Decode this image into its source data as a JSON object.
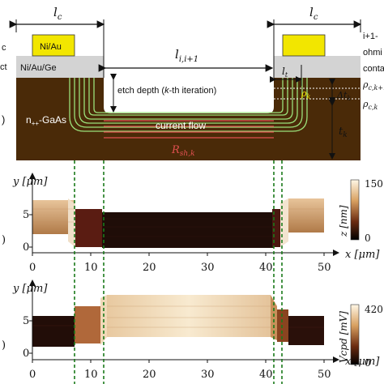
{
  "top": {
    "contact_width_label": "l",
    "contact_width_sub": "c",
    "left_cap_label": "Ni/Au",
    "left_base_label": "Ni/Au/Ge",
    "gap_label": "l",
    "gap_sub": "i,i+1",
    "transfer_length_label": "l",
    "transfer_length_sub": "t",
    "etch_depth_label": "etch depth (",
    "etch_depth_k": "k",
    "etch_depth_suffix": "-th iteration)",
    "rho_k_label": "ρ",
    "rho_k_sub": "k",
    "rho_ck1_label": "ρ",
    "rho_ck1_sub": "c,k+1",
    "delta_t_label": "Δt",
    "delta_t_sub": "k",
    "rho_ck_label": "ρ",
    "rho_ck_sub": "c,k",
    "t_label": "t",
    "t_sub": "k",
    "substrate_label": "n",
    "substrate_sup": "++",
    "substrate_suffix": "-GaAs",
    "current_flow_label": "current flow",
    "rsh_label": "R",
    "rsh_sub": "sh,k",
    "left_cut_line1": "c",
    "left_cut_line2": "ct",
    "left_cut_line3": ")",
    "right_cut_line1": "i+1-",
    "right_cut_line2": "ohmi",
    "right_cut_line3": "conta"
  },
  "afm": {
    "y_axis_label": "y [μm]",
    "y_ticks": [
      "5",
      "0"
    ],
    "x_ticks": [
      "0",
      "10",
      "20",
      "30",
      "40",
      "50"
    ],
    "x_axis_label": "x [μm]",
    "colorbar_top": "150",
    "colorbar_bottom": "0",
    "colorbar_label": "z [nm]",
    "panel_cut": ")"
  },
  "kpfm": {
    "y_axis_label": "y [μm]",
    "y_ticks": [
      "5",
      "0"
    ],
    "x_ticks": [
      "0",
      "10",
      "20",
      "30",
      "40",
      "50"
    ],
    "x_axis_label": "x [μm]",
    "colorbar_top": "420",
    "colorbar_bottom": "0",
    "colorbar_label": "Vcpd [mV]",
    "panel_cut": ")"
  },
  "colors": {
    "substrate": "#4a2a08",
    "metal_cap": "#f2e600",
    "metal_base": "#d3d3d3",
    "green_lines": "#9be07a",
    "red_lines": "#e05050",
    "guide_dashes": "#1a7a1a"
  }
}
